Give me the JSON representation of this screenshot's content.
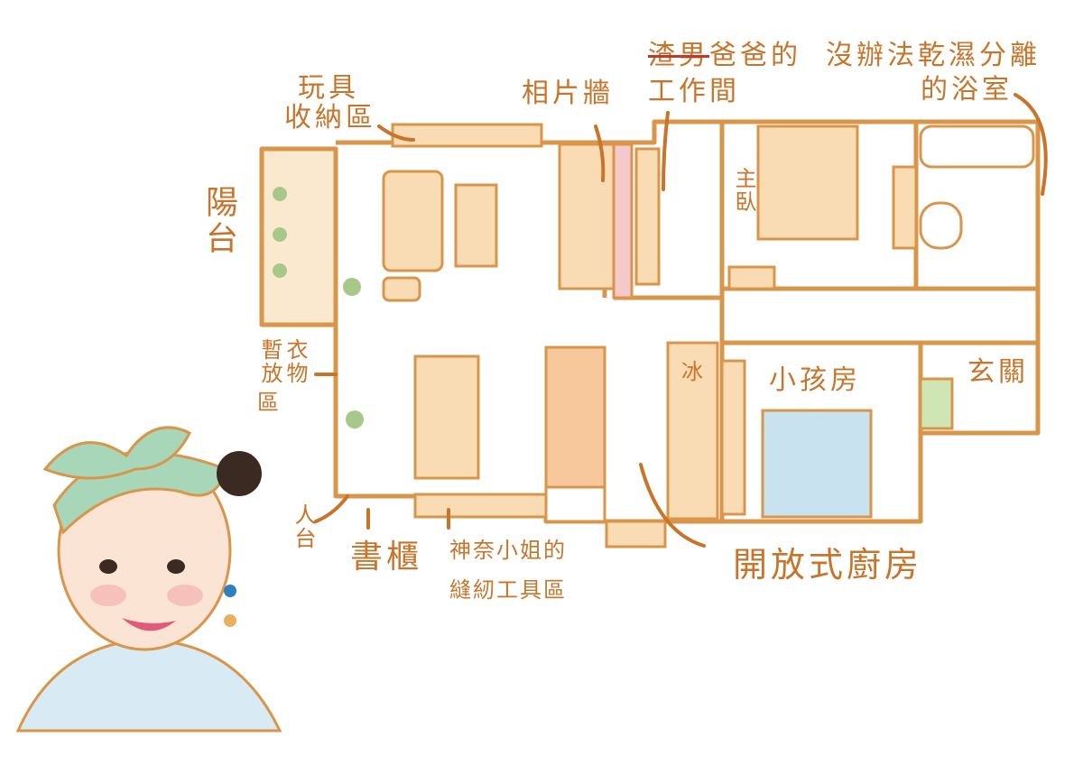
{
  "labels": {
    "toy_storage": [
      "玩具",
      "收納區"
    ],
    "photo_wall": "相片牆",
    "workroom": {
      "struck": "渣男",
      "rest": "爸爸的",
      "line2": "工作間"
    },
    "bathroom": [
      "沒辦法乾濕分離",
      "的浴室"
    ],
    "balcony": "陽台",
    "master_bedroom": "主臥",
    "clothes_area": [
      "暫放",
      "衣物",
      "區"
    ],
    "fridge": "冰",
    "kids_room": "小孩房",
    "entrance": "玄關",
    "dress_form": "人台",
    "bookshelf": "書櫃",
    "sewing_area": [
      "神奈小姐的",
      "縫紉工具區"
    ],
    "open_kitchen": "開放式廚房"
  },
  "colors": {
    "wall": "#d9954a",
    "text": "#c8742a",
    "furniture": "#f9dcb4",
    "accent_red": "#c0392b",
    "scarf": "#9fd3b0"
  }
}
